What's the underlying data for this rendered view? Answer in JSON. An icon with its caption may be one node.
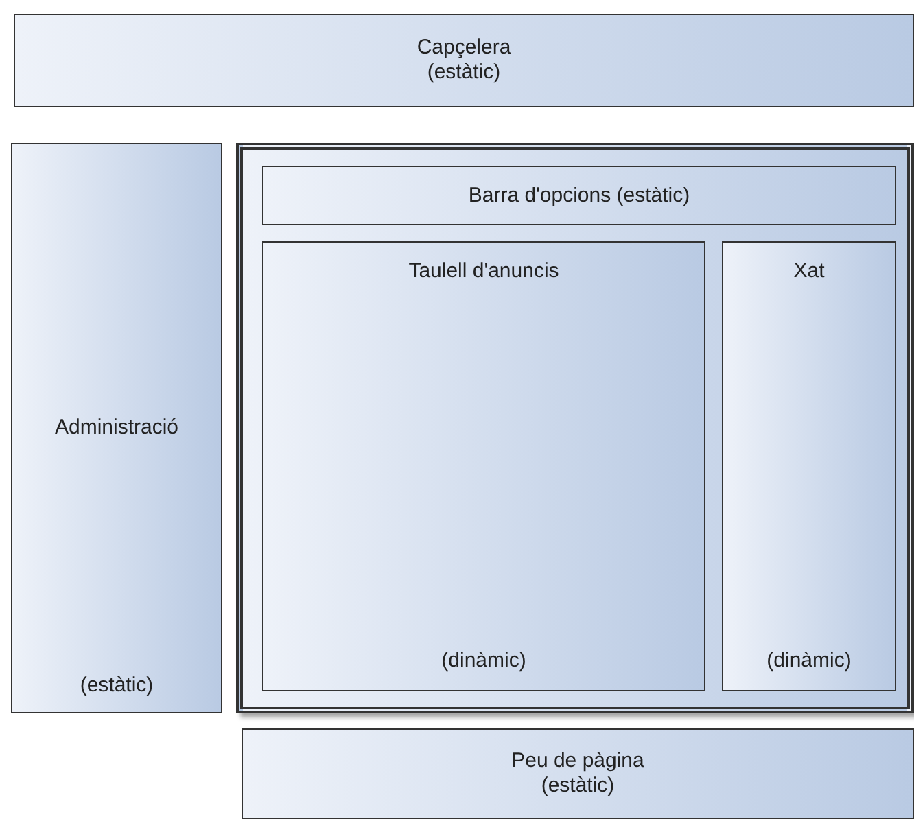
{
  "diagram": {
    "nodes": [
      {
        "text": [
          "Capçelera",
          "(estàtic)"
        ]
      },
      {
        "text": [
          "Administració",
          "(estàtic)"
        ]
      },
      {
        "text": [],
        "shape": "box"
      },
      {
        "text": [
          "Barra d'opcions (estàtic)"
        ],
        "in": 2
      },
      {
        "text": [
          "Taulell d'anuncis",
          "(dinàmic)"
        ],
        "in": 2
      },
      {
        "text": [
          "Xat",
          "(dinàmic)"
        ],
        "in": 2
      },
      {
        "text": [
          "Peu de pàgina",
          "(estàtic)"
        ]
      }
    ]
  }
}
